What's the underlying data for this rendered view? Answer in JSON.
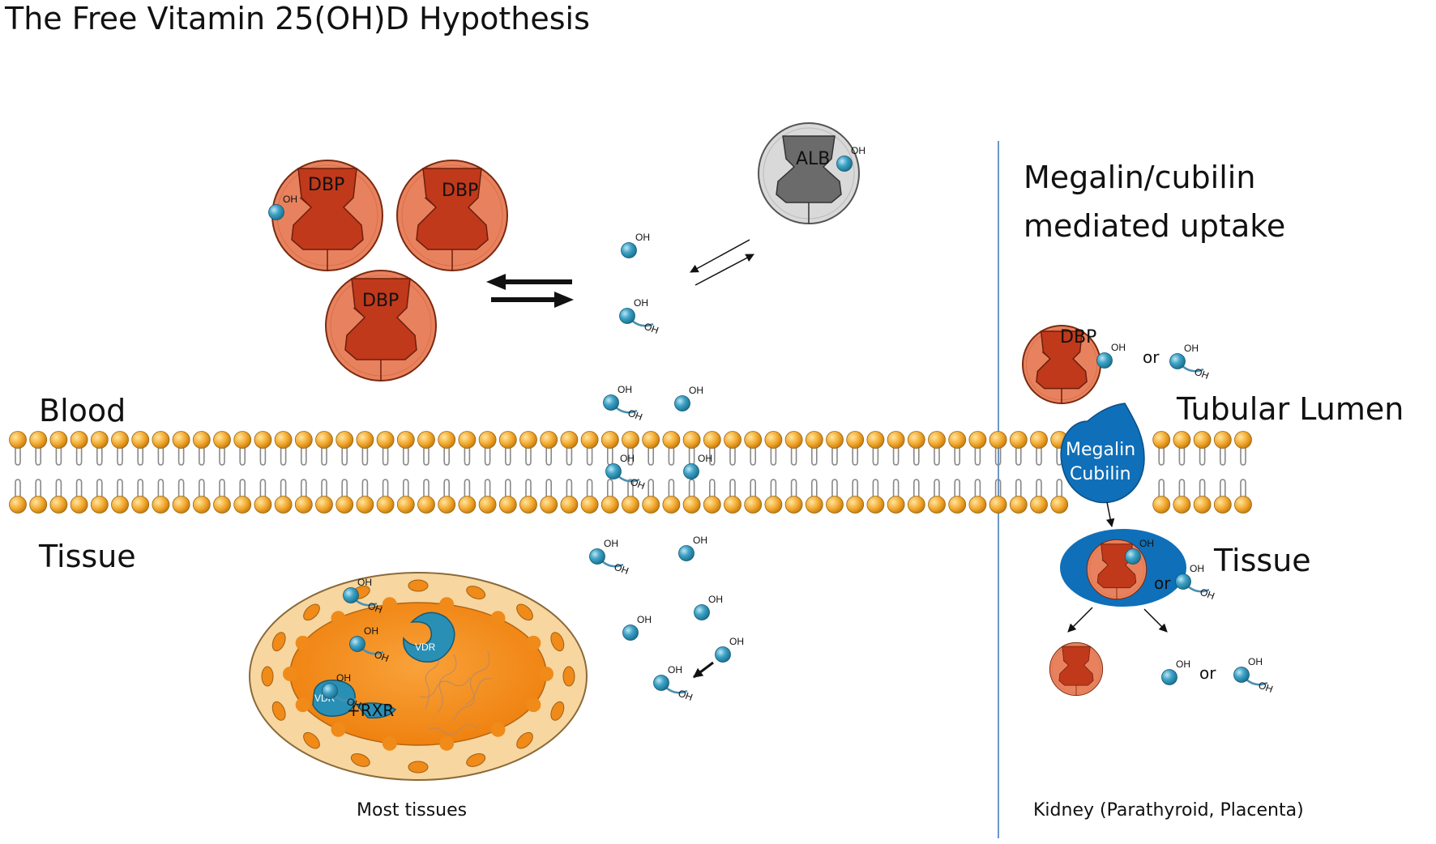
{
  "title": "The Free Vitamin 25(OH)D Hypothesis",
  "labels": {
    "blood": "Blood",
    "tissue": "Tissue",
    "most_tissues": "Most tissues",
    "megalin_title_1": "Megalin/cubilin",
    "megalin_title_2": "mediated uptake",
    "tubular_lumen": "Tubular Lumen",
    "tissue_right": "Tissue",
    "kidney": "Kidney (Parathyroid, Placenta)",
    "or": "or"
  },
  "proteins": {
    "dbp": "DBP",
    "alb": "ALB",
    "vdr": "VDR",
    "rxr": "+RXR",
    "megalin": "Megalin",
    "cubilin": "Cubilin",
    "oh": "OH"
  },
  "colors": {
    "dbp_outer": "#e8825e",
    "dbp_inner": "#c0391b",
    "alb_outer": "#d9d9d9",
    "alb_inner": "#6b6b6b",
    "membrane_head": "#f0a020",
    "vitamin_d": "#2a8fb5",
    "megalin": "#0f6fb9",
    "nucleus": "#f08a18",
    "cell": "#f7d6a0",
    "divider": "#6a98c8"
  }
}
